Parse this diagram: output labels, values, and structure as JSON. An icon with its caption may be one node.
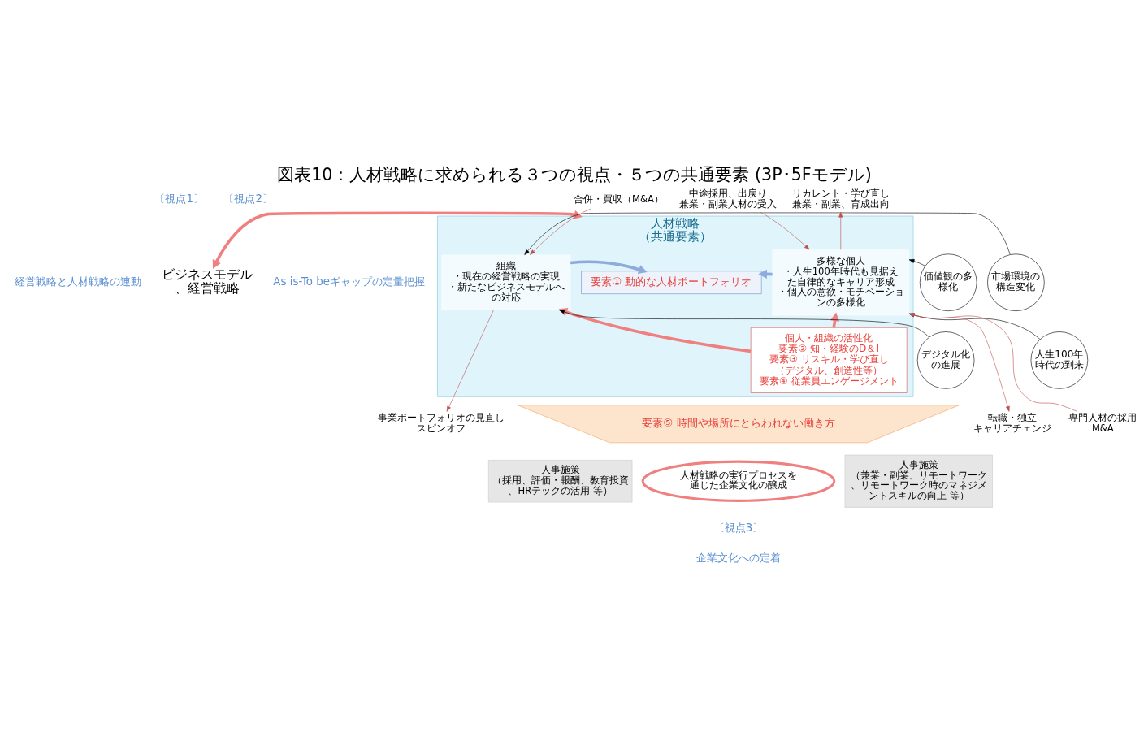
{
  "diagram": {
    "title": "図表10：人材戦略に求められる３つの視点・５つの共通要素 (3P･5Fモデル)",
    "nodes": [
      {
        "text": [
          "ビジネスモデル、経営戦略"
        ]
      },
      {
        "text": [
          "人材戦略",
          "（共通要素）"
        ]
      },
      {
        "text": [
          "組織",
          "・現在の経営戦略の実現",
          "・新たなビジネスモデルへの対応"
        ],
        "in": 1
      },
      {
        "text": [
          "要素① 動的な人材ポートフォリオ"
        ],
        "in": 1
      },
      {
        "text": [
          "個人・組織の活性化",
          "要素② 知・経験のD＆I",
          "要素③ リスキル・学び直し",
          "（デジタル、創造性等）",
          "要素④ 従業員エンゲージメント"
        ],
        "in": 1
      },
      {
        "text": [
          "多様な個人",
          "・人生100年時代も見据えた自律的なキャリア形成",
          "・個人の意欲・モチベーションの多様化"
        ],
        "in": 1
      },
      {
        "text": [
          "要素⑤ 時間や場所にとらわれない働き方"
        ]
      },
      {
        "text": [
          "人事施策",
          "（採用、評価・報酬、教育投資、HRテックの活用 等）"
        ]
      },
      {
        "text": [
          "人事施策",
          "（兼業・副業、リモートワーク、リモートワーク時のマネジメントスキルの向上 等）"
        ]
      },
      {
        "text": [
          "人材戦略の実行プロセスを通じた企業文化の醸成"
        ]
      },
      {
        "text": [
          "市場環境の構造変化"
        ]
      },
      {
        "text": [
          "デジタル化の進展"
        ]
      },
      {
        "text": [
          "価値観の多様化"
        ]
      },
      {
        "text": [
          "人生100年時代の到来"
        ]
      },
      {
        "text": [
          "合併・買収（M&A）"
        ]
      },
      {
        "text": [
          "事業ポートフォリオの見直し",
          "スピンオフ"
        ]
      },
      {
        "text": [
          "中途採用、出戻り",
          "兼業・副業人材の受入"
        ]
      },
      {
        "text": [
          "リカレント・学び直し",
          "兼業・副業、育成出向"
        ]
      },
      {
        "text": [
          "転職・独立",
          "キャリアチェンジ"
        ]
      },
      {
        "text": [
          "専門人材の採用",
          "M&A"
        ]
      }
    ],
    "edges": [
      {
        "from": 0,
        "to": 1,
        "arrow": "both",
        "style": "thick",
        "color": "#f08080"
      },
      {
        "from": 2,
        "to": 3,
        "arrow": "to",
        "style": "thick",
        "color": "#8faadc"
      },
      {
        "from": 5,
        "to": 3,
        "arrow": "to",
        "style": "thick",
        "color": "#8faadc"
      },
      {
        "from": 4,
        "to": 2,
        "arrow": "to",
        "style": "thick",
        "color": "#f08080"
      },
      {
        "from": 4,
        "to": 5,
        "arrow": "to",
        "style": "thick",
        "color": "#f08080"
      },
      {
        "from": 10,
        "to": 2,
        "arrow": "to",
        "color": "#000000"
      },
      {
        "from": 11,
        "to": 2,
        "arrow": "to",
        "color": "#000000"
      },
      {
        "from": 12,
        "to": 5,
        "arrow": "to",
        "color": "#000000"
      },
      {
        "from": 13,
        "to": 5,
        "arrow": "to",
        "color": "#000000"
      },
      {
        "from": 14,
        "to": 2,
        "arrow": "to",
        "color": "#c0504d"
      },
      {
        "from": 2,
        "to": 15,
        "arrow": "to",
        "color": "#c0504d"
      },
      {
        "from": 16,
        "to": 5,
        "arrow": "to",
        "color": "#c0504d"
      },
      {
        "from": 5,
        "to": 17,
        "arrow": "to",
        "color": "#c0504d"
      },
      {
        "from": 5,
        "to": 18,
        "arrow": "to",
        "color": "#c0504d"
      },
      {
        "from": 19,
        "to": 5,
        "arrow": "to",
        "color": "#c0504d"
      }
    ],
    "labels": [
      "〔視点1〕",
      "経営戦略と人材戦略の連動",
      "〔視点2〕",
      "As is-To beギャップの定量把握",
      "〔視点3〕",
      "企業文化への定着"
    ]
  }
}
